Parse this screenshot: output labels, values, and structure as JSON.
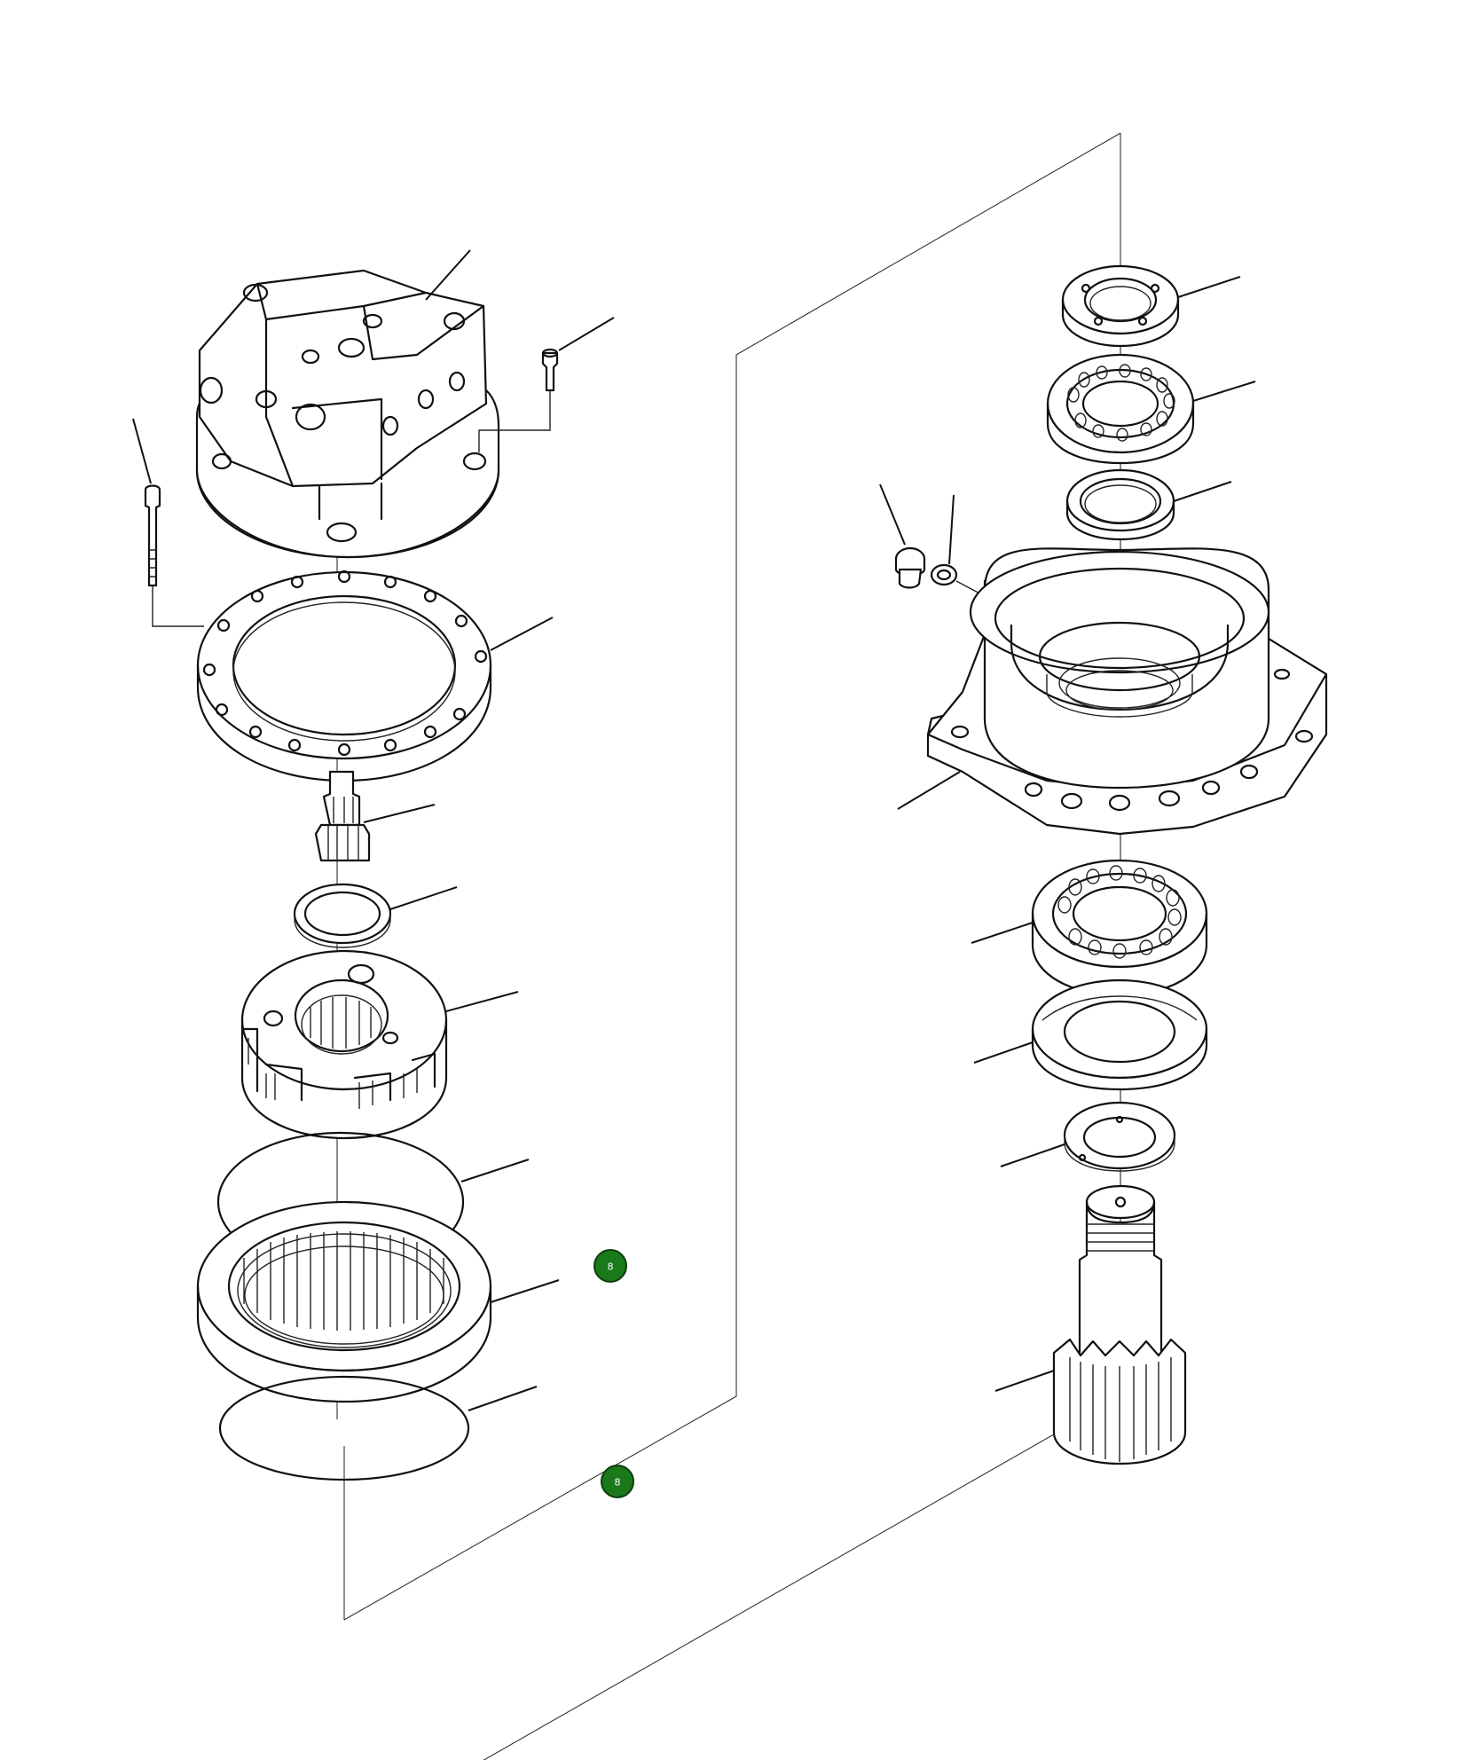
{
  "colors": {
    "line": "#111111",
    "background": "#ffffff",
    "callout_fill": "#1a7a1a",
    "callout_text": "#ffffff"
  },
  "callouts": [
    {
      "id": "callout-1",
      "label": "8"
    },
    {
      "id": "callout-2",
      "label": "8"
    }
  ]
}
